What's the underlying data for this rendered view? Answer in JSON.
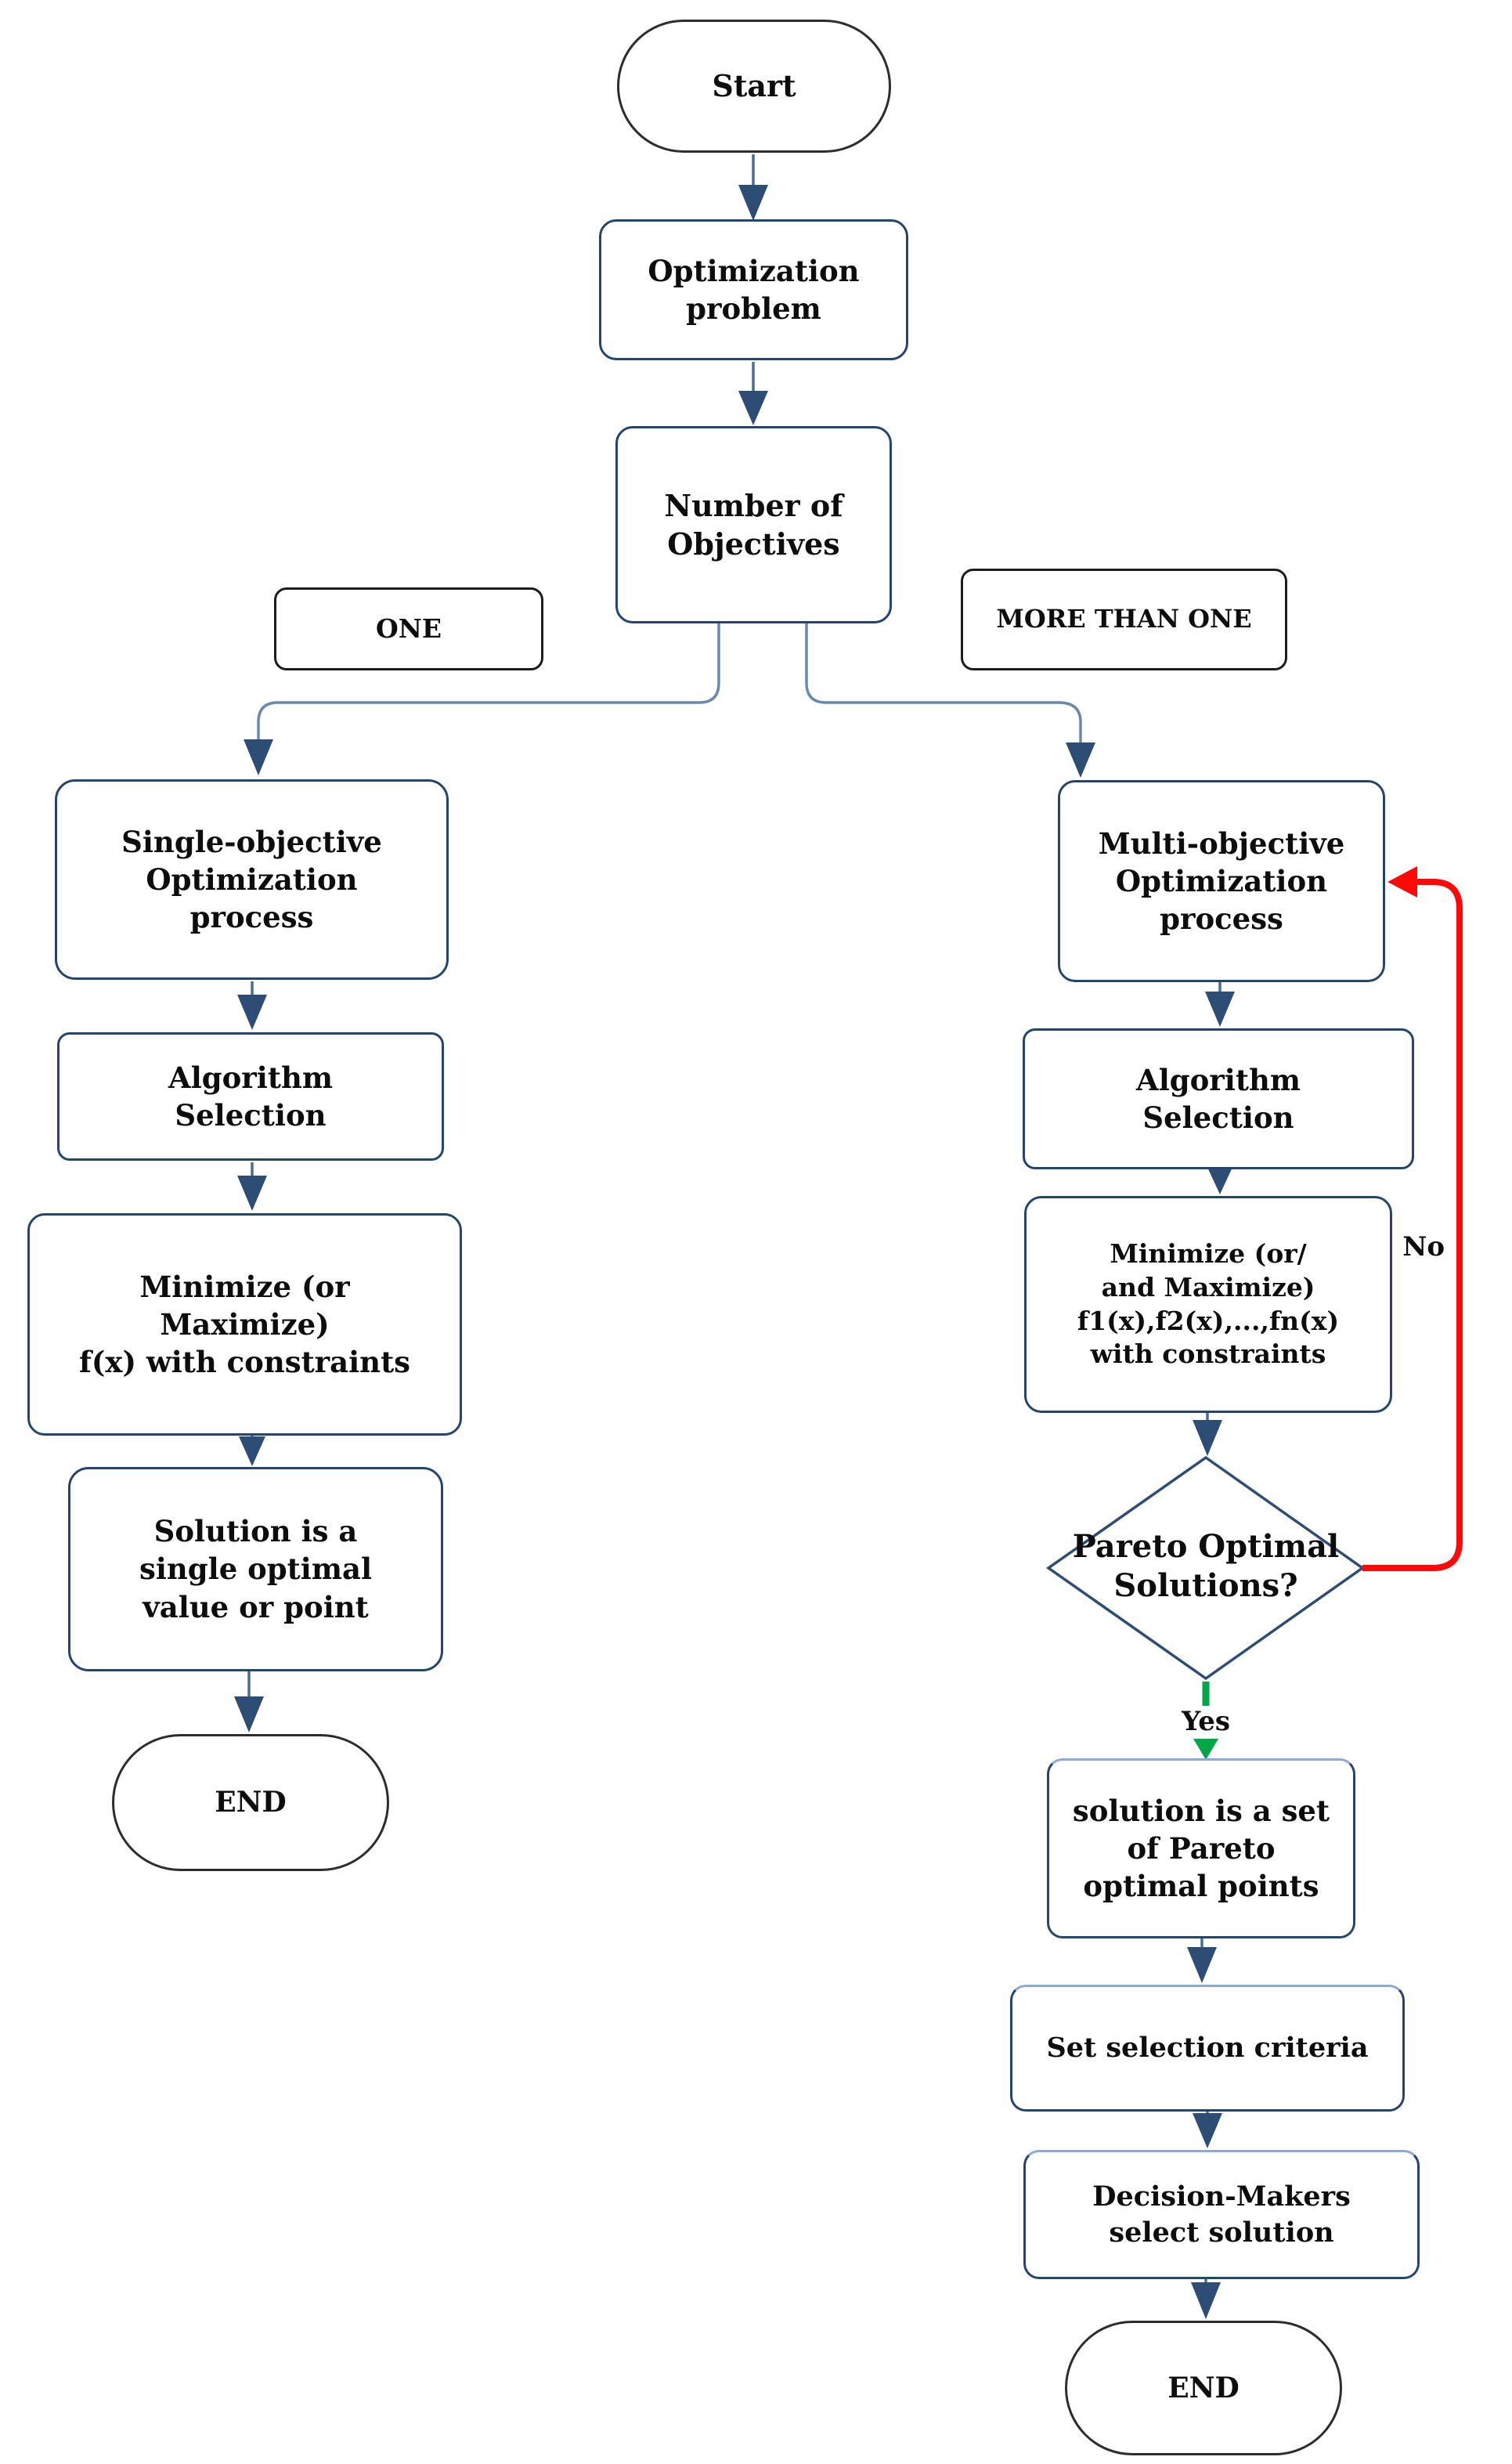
{
  "diagram": {
    "title": "Optimization problem flowchart",
    "nodes": {
      "start": "Start",
      "optimization_problem": "Optimization\nproblem",
      "number_of_objectives": "Number of\nObjectives",
      "branch_one": "ONE",
      "branch_more_than_one": "MORE THAN ONE",
      "single_objective": "Single-objective\nOptimization\nprocess",
      "algorithm_selection_left": "Algorithm\nSelection",
      "minimize_left": "Minimize (or\nMaximize)\nf(x) with constraints",
      "solution_left": "Solution is a\nsingle optimal\nvalue or  point",
      "end_left": "END",
      "multi_objective": "Multi-objective\nOptimization\nprocess",
      "algorithm_selection_right": "Algorithm\nSelection",
      "minimize_right": "Minimize (or/\nand Maximize)\nf1(x),f2(x),...,fn(x)\nwith constraints",
      "pareto_question": "Pareto Optimal\nSolutions?",
      "solution_right": "solution is a set\nof Pareto\noptimal points",
      "set_selection_criteria": "Set selection criteria",
      "decision_makers": "Decision-Makers\nselect solution",
      "end_right": "END"
    },
    "edge_labels": {
      "yes": "Yes",
      "no": "No"
    },
    "colors": {
      "connector_line": "#4a6d96",
      "branch_line": "#6989ad",
      "arrowhead": "#2e4d74",
      "no_loop": "#ff0808",
      "yes_arrow": "#00a648",
      "box_border": "#24466e",
      "box_border_light_top": "#8fa8d8",
      "stadium_border": "#2d2d2d",
      "text": "#0d0d0d",
      "background": "#ffffff"
    }
  }
}
